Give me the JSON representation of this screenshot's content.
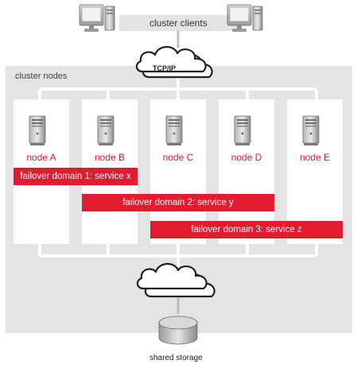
{
  "clients": {
    "label": "cluster clients"
  },
  "network": {
    "top_cloud_label": "TCP/IP"
  },
  "cluster": {
    "label": "cluster nodes",
    "nodes": [
      {
        "label": "node A"
      },
      {
        "label": "node B"
      },
      {
        "label": "node C"
      },
      {
        "label": "node D"
      },
      {
        "label": "node E"
      }
    ],
    "failover_domains": [
      {
        "label": "failover domain 1:  service x"
      },
      {
        "label": "failover domain 2:  service y"
      },
      {
        "label": "failover domain 3:  service z"
      }
    ]
  },
  "storage": {
    "label": "shared storage"
  },
  "colors": {
    "accent_red": "#e31b2f",
    "background_gray": "#e4e4e4",
    "node_panel": "#ffffff",
    "server_gray": "#8a8a8a"
  },
  "icons": {
    "client": "desktop-computer-icon",
    "server": "server-tower-icon",
    "network": "cloud-icon",
    "storage": "disk-storage-icon"
  }
}
